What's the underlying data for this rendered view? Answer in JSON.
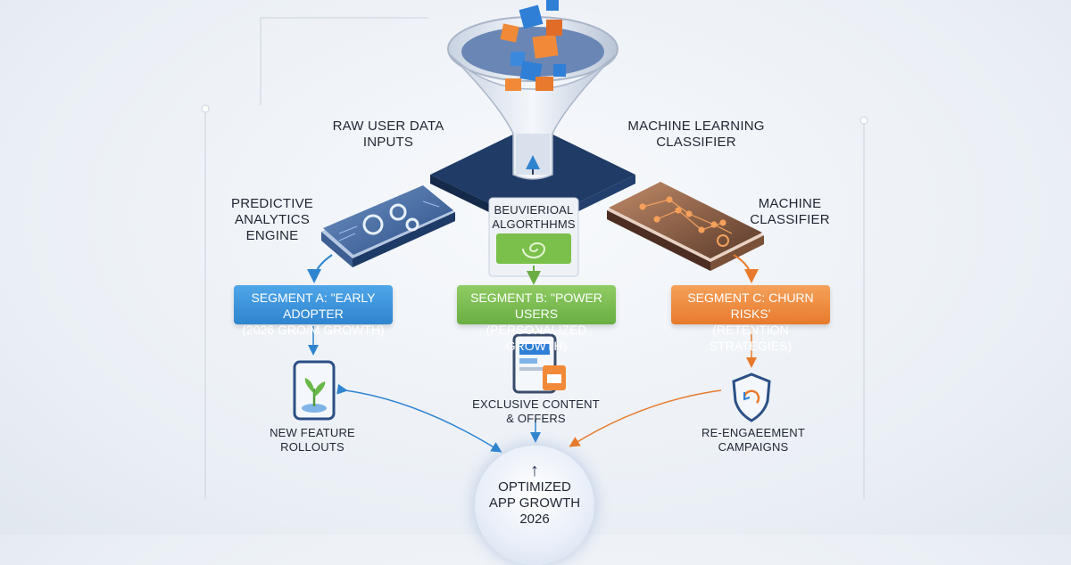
{
  "labels": {
    "raw_inputs": [
      "RAW USER DATA",
      "INPUTS"
    ],
    "ml_classifier": [
      "MACHINE LEARNING",
      "CLASSIFIER"
    ],
    "predictive": [
      "PREDICTIVE",
      "ANALYTICS",
      "ENGINE"
    ],
    "behavioral": [
      "BEUVIERIOAL",
      "ALGORTHHMS"
    ],
    "machine_classifier": [
      "MACHINE",
      "CLASSIFIER"
    ]
  },
  "segments": {
    "a": [
      "SEGMENT A: \"EARLY ADOPTER",
      "(2026 GRO/M GROWTH)"
    ],
    "b": [
      "SEGMENT B: \"POWER USERS",
      "(PERSONALIZED GROWTH)"
    ],
    "c": [
      "SEGMENT C: CHURN RISKS'",
      "(RETENTION STRATEGIES)"
    ]
  },
  "outcomes": {
    "a": [
      "NEW FEATURE",
      "ROLLOUTS"
    ],
    "b": [
      "EXCLUSIVE CONTENT",
      "& OFFERS"
    ],
    "c": [
      "RE-ENGAEEMENT",
      "CAMPAIGNS"
    ]
  },
  "goal": [
    "OPTIMIZED",
    "APP GROWTH",
    "2026"
  ],
  "colors": {
    "blue": "#2f84cf",
    "green": "#6aae43",
    "orange": "#e77a2c",
    "dark": "#2b3d5c"
  },
  "icons": [
    "funnel-icon",
    "gear-icon",
    "network-icon",
    "spiral-icon",
    "mobile-screen-icon",
    "plant-icon",
    "shield-icon",
    "arrow-up-icon"
  ]
}
